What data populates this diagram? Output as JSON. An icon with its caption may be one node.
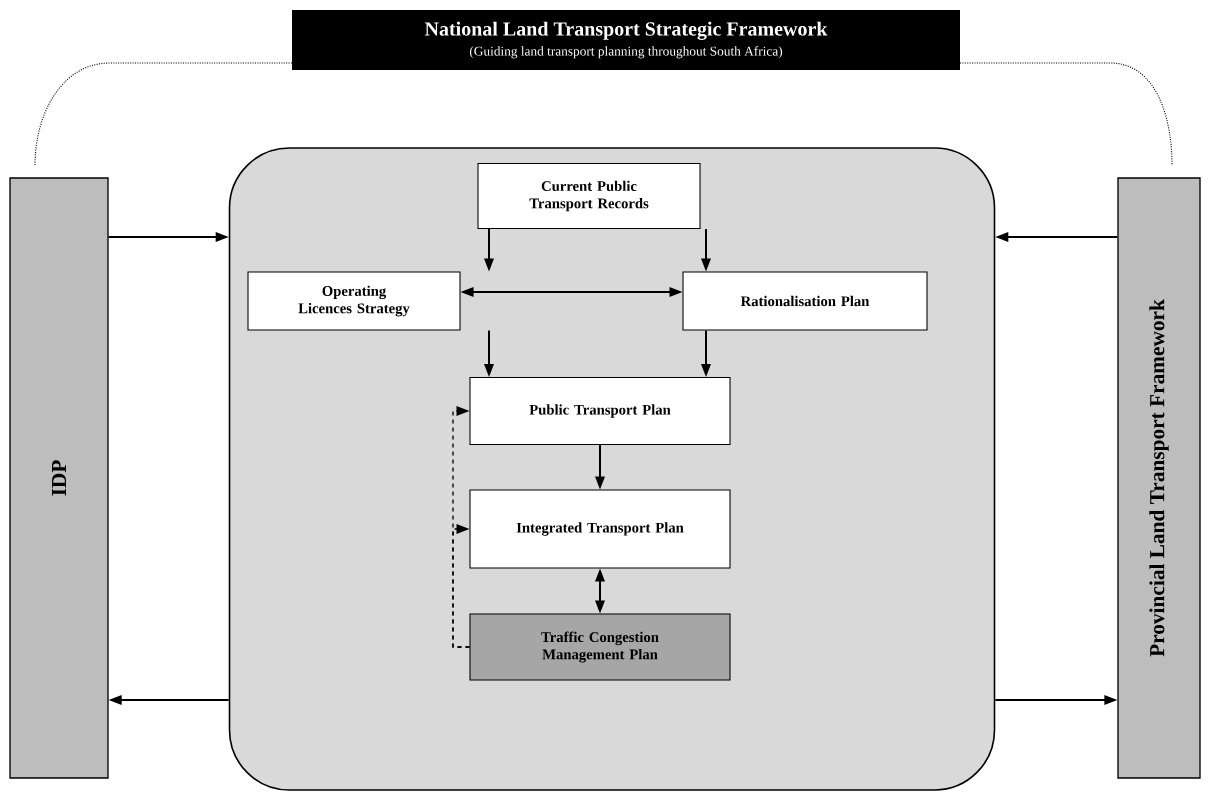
{
  "diagram": {
    "nodes": [
      {
        "text": [
          "National Land Transport Strategic Framework",
          "(Guiding land transport planning throughout South Africa)"
        ]
      },
      {
        "text": [
          "IDP"
        ]
      },
      {
        "text": [],
        "shape": "box"
      },
      {
        "text": [
          "Current Public Transport Records"
        ],
        "in": 2
      },
      {
        "text": [
          "Operating Licences Strategy"
        ],
        "in": 2
      },
      {
        "text": [
          "Rationalisation Plan"
        ],
        "in": 2
      },
      {
        "text": [
          "Public Transport Plan"
        ],
        "in": 2
      },
      {
        "text": [
          "Integrated Transport Plan"
        ],
        "in": 2
      },
      {
        "text": [
          "Traffic Congestion Management Plan"
        ],
        "in": 2
      },
      {
        "text": [
          "Provincial Land Transport Framework"
        ]
      }
    ],
    "edges": [
      {
        "from": 1,
        "to": 2,
        "arrow": "to"
      },
      {
        "from": 2,
        "to": 1,
        "arrow": "to"
      },
      {
        "from": 9,
        "to": 2,
        "arrow": "to"
      },
      {
        "from": 2,
        "to": 9,
        "arrow": "to"
      },
      {
        "from": 3,
        "to": 4,
        "arrow": "to"
      },
      {
        "from": 3,
        "to": 5,
        "arrow": "to"
      },
      {
        "from": 4,
        "to": 5,
        "arrow": "both"
      },
      {
        "from": 4,
        "to": 6,
        "arrow": "to"
      },
      {
        "from": 5,
        "to": 6,
        "arrow": "to"
      },
      {
        "from": 6,
        "to": 7,
        "arrow": "to"
      },
      {
        "from": 7,
        "to": 8,
        "arrow": "both"
      },
      {
        "from": 8,
        "to": 6,
        "arrow": "to",
        "style": "dashed"
      },
      {
        "from": 8,
        "to": 7,
        "arrow": "to",
        "style": "dashed"
      }
    ]
  }
}
